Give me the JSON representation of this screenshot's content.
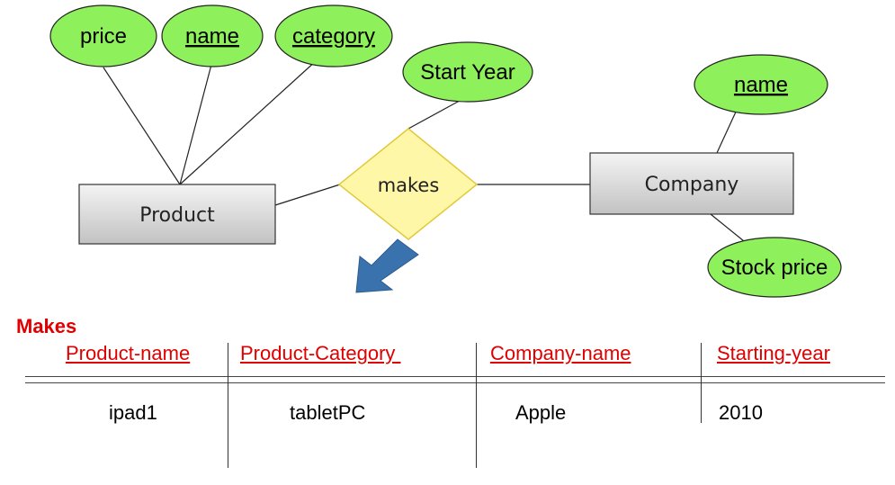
{
  "er_diagram": {
    "product_attributes": [
      "price",
      "name",
      "category"
    ],
    "product_entity": "Product",
    "relationship": "makes",
    "relationship_attribute": "Start Year",
    "company_entity": "Company",
    "company_attributes": [
      "name",
      "Stock price"
    ]
  },
  "colors": {
    "attribute_fill": "#8ef05a",
    "entity_fill": "#d6d6d6",
    "relationship_fill": "#fff7a8",
    "arrow": "#3a72ad",
    "table_red": "#e00000"
  },
  "table": {
    "title": "Makes",
    "headers": [
      "Product-name",
      "Product-Category ",
      "Company-name",
      "Starting-year"
    ],
    "row": [
      "ipad1",
      "tabletPC",
      "Apple",
      "2010"
    ]
  }
}
